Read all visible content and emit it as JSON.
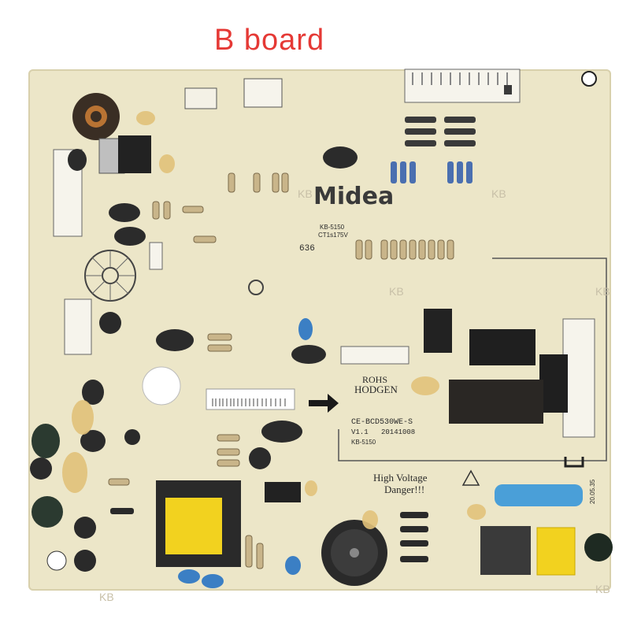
{
  "caption": "B board",
  "brand": "Midea",
  "silkscreen": {
    "model_top": "KB-5150",
    "ct_rating": "CT1s175V",
    "batch_code": "636",
    "rohs": "ROHS",
    "maker": "HODGEN",
    "board_id": "CE-BCD530WE-S",
    "version": "V1.1",
    "date": "20141008",
    "model_bottom": "KB-5150",
    "warning_line1": "High Voltage",
    "warning_line2": "Danger!!!",
    "side_code": "20.05.35"
  },
  "watermark": "KB",
  "colors": {
    "board": "#ece6c8",
    "caption": "#e53935",
    "capacitor_blue": "#3b7fc4",
    "capacitor_black": "#2b2b2b",
    "glue": "#e2c27a",
    "transformer_yellow": "#f2d21f",
    "relay_black": "#1f1f1f"
  }
}
